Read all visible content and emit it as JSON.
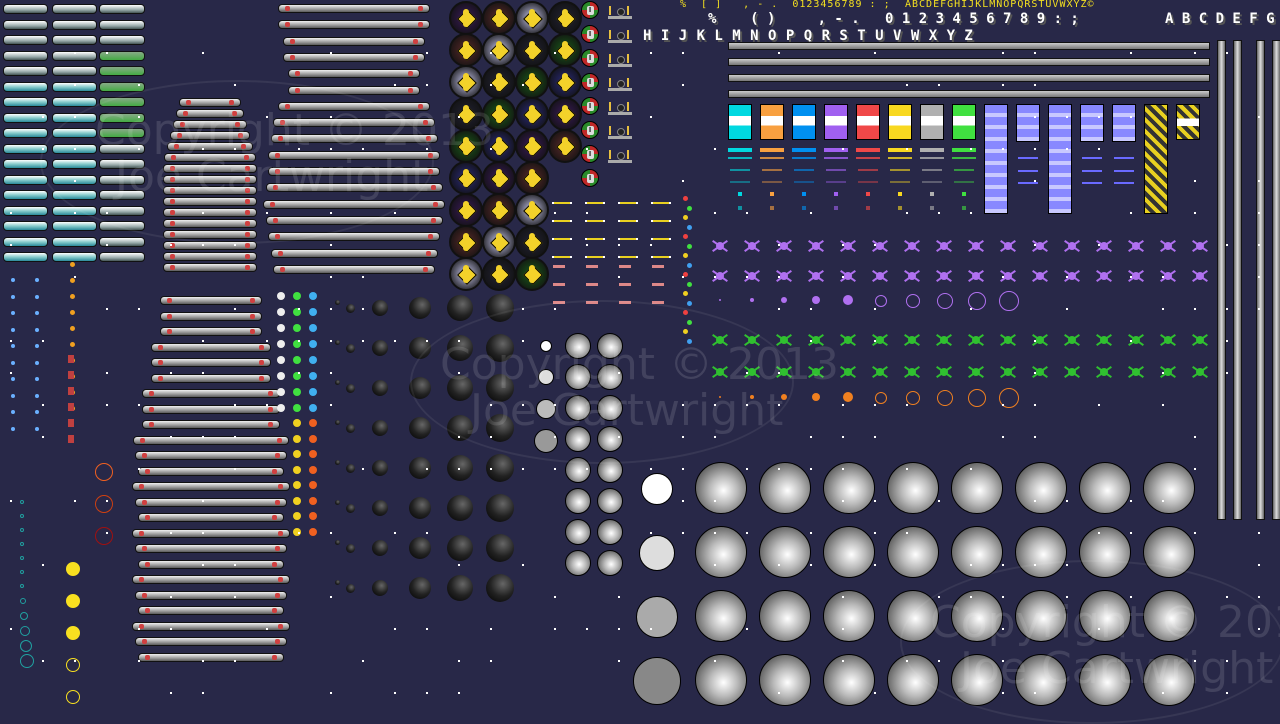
{
  "font_small_yellow": {
    "symbols": "%  [ ]   , - .  0123456789 : ;",
    "letters": "ABCDEFGHIJKLMNOPQRSTUVWXYZ©"
  },
  "font_large_white": {
    "row1_symbols": "%    ( )     , - .   0 1 2 3 4 5 6 7 8 9 : ;",
    "row1_letters": "A B C D E F G",
    "row2_letters": "H I J K L M N O P Q R S T U V W X Y Z"
  },
  "watermark": {
    "line1": "Copyright © 2013",
    "line2": "Joe Cartwright"
  },
  "powerup_icon_letter": "I",
  "colors": {
    "background": "#282848",
    "block_palette": [
      "#00d8e0",
      "#f8a040",
      "#0090f0",
      "#a060f0",
      "#f04848",
      "#f8d820",
      "#b0b0b0",
      "#40e040"
    ],
    "blue_blocks": "#8888ff",
    "hazard_yellow": "#e8d020",
    "spider_purple": "#b070f0",
    "spider_green": "#30c030",
    "dot_orange": "#f08020"
  }
}
